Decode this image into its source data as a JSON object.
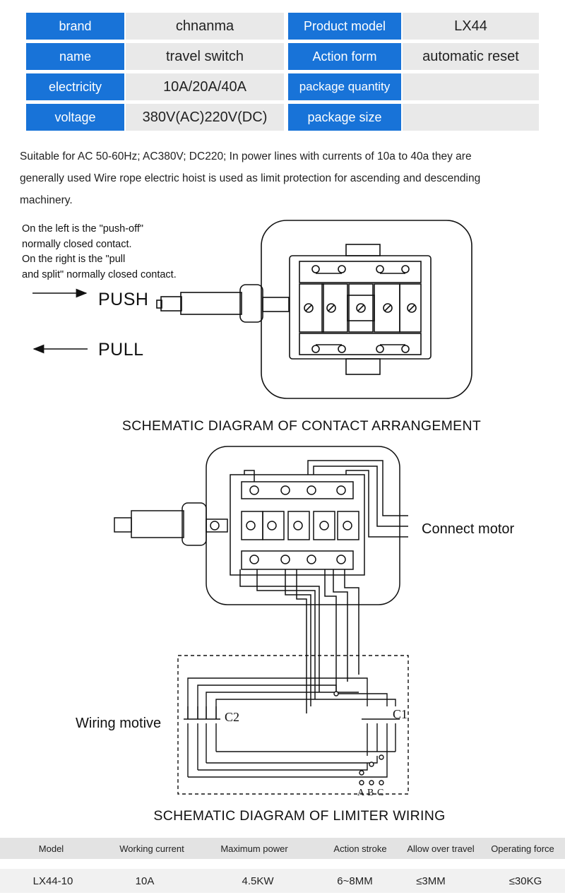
{
  "specs": {
    "left": [
      {
        "label": "brand",
        "value": "chnanma"
      },
      {
        "label": "name",
        "value": "travel switch"
      },
      {
        "label": "electricity",
        "value": "10A/20A/40A"
      },
      {
        "label": "voltage",
        "value": "380V(AC)220V(DC)"
      }
    ],
    "right": [
      {
        "label": "Product model",
        "value": "LX44"
      },
      {
        "label": "Action form",
        "value": "automatic reset"
      },
      {
        "label": "package quantity",
        "value": ""
      },
      {
        "label": "package size",
        "value": ""
      }
    ]
  },
  "description": {
    "line1": "Suitable for AC 50-60Hz; AC380V; DC220; In power lines with currents of 10a to 40a they are",
    "line2": "generally used Wire rope electric hoist is used as limit protection for ascending and descending",
    "line3": "machinery."
  },
  "contact_note": {
    "line1": "On the left is the \"push-off\"",
    "line2": "normally closed contact.",
    "line3": "On the right is the \"pull",
    "line4": "and split\" normally closed contact."
  },
  "push_label": "PUSH",
  "pull_label": "PULL",
  "heading_contact": "SCHEMATIC DIAGRAM OF CONTACT ARRANGEMENT",
  "connect_motor": "Connect motor",
  "wiring_motive": "Wiring motive",
  "contactor_c2": "C2",
  "contactor_c1": "C1",
  "terminals": [
    "A",
    "B",
    "C"
  ],
  "heading_wiring": "SCHEMATIC DIAGRAM OF LIMITER WIRING",
  "table": {
    "headers": [
      "Model",
      "Working current",
      "Maximum power",
      "Action stroke",
      "Allow over travel",
      "Operating force"
    ],
    "row": [
      "LX44-10",
      "10A",
      "4.5KW",
      "6~8MM",
      "≤3MM",
      "≤30KG"
    ]
  },
  "colors": {
    "label_blue": "#1873d8",
    "value_gray": "#e9e9e9"
  }
}
